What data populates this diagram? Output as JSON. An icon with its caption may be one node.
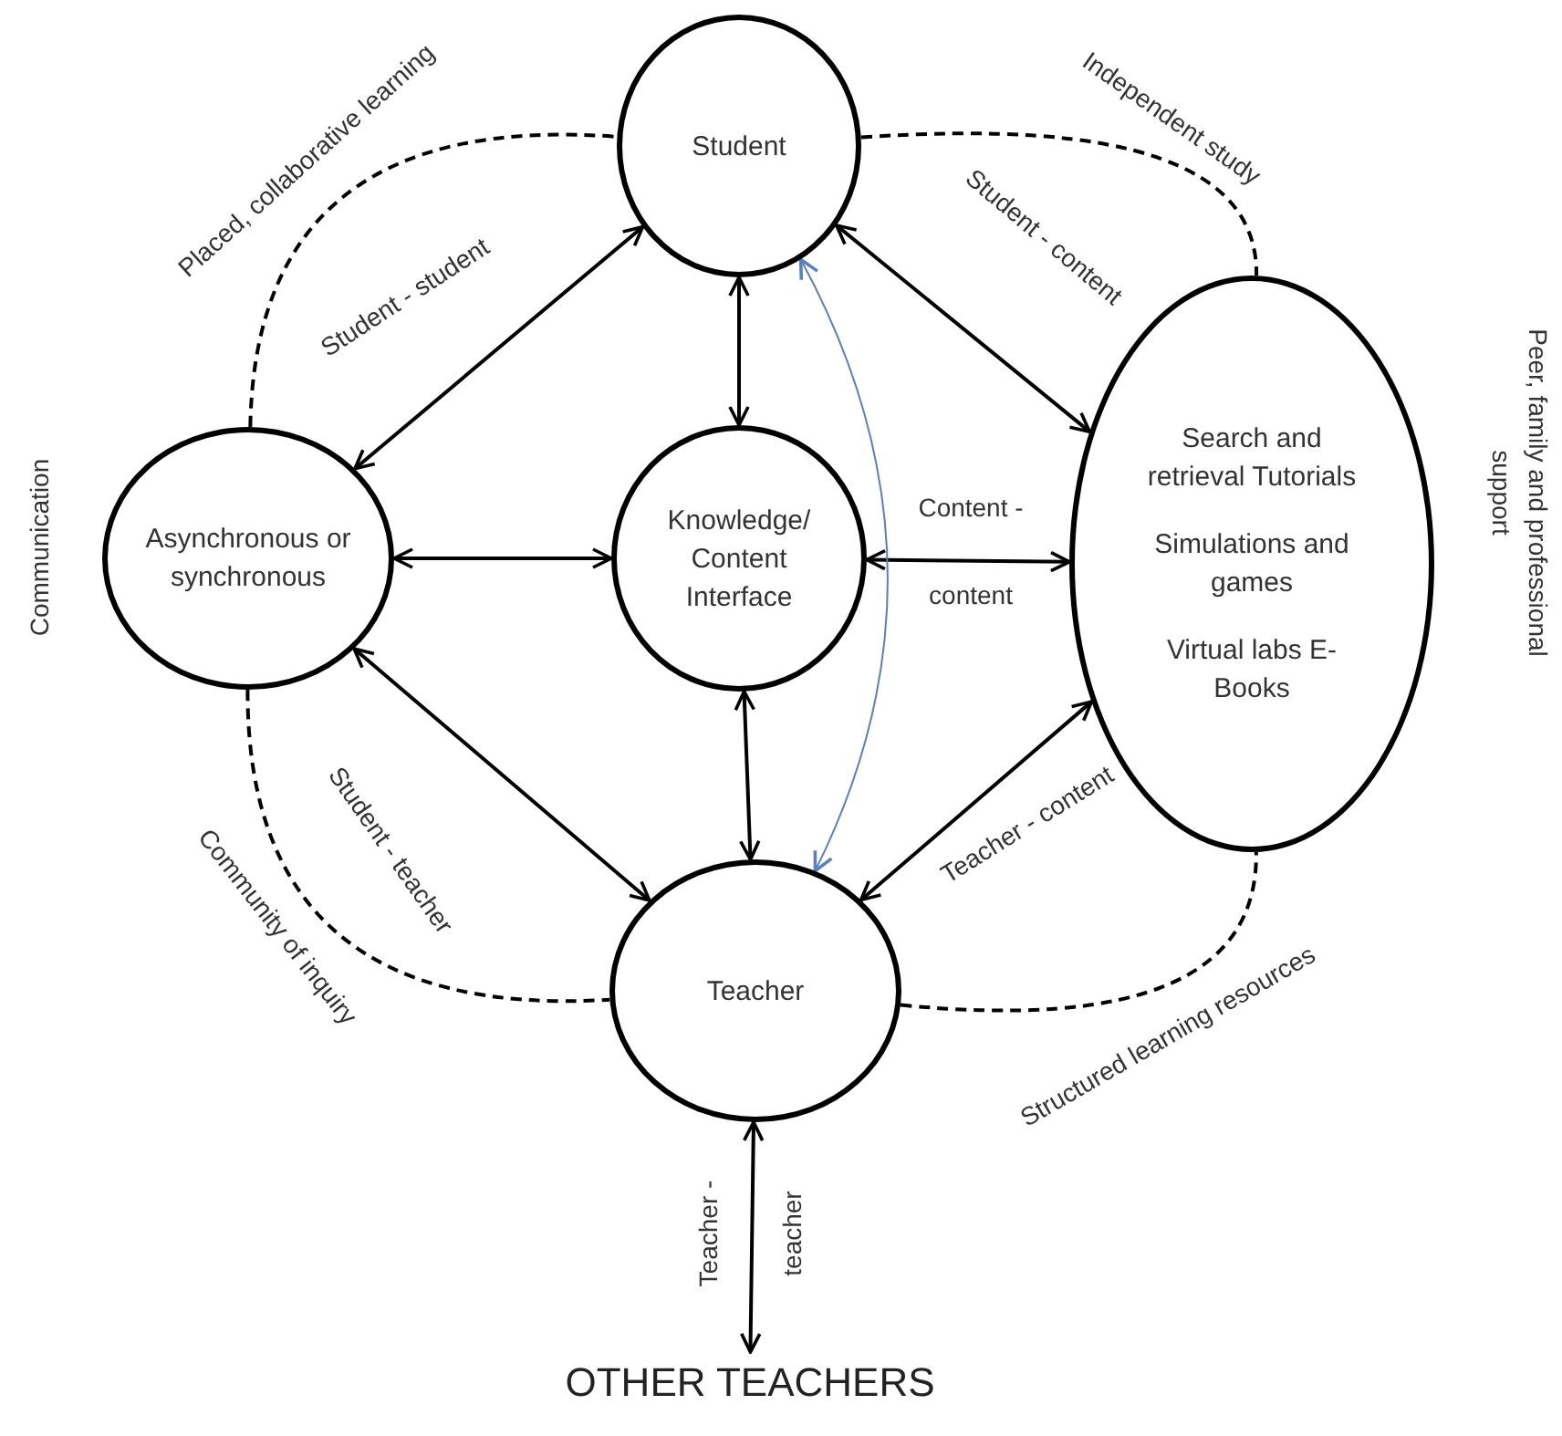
{
  "diagram": {
    "nodes": [
      {
        "text": [
          "Student"
        ]
      },
      {
        "text": [
          "Asynchronous or synchronous"
        ]
      },
      {
        "text": [
          "Knowledge/ Content Interface"
        ]
      },
      {
        "text": [
          "Search and retrieval Tutorials",
          "Simulations and games",
          "Virtual labs E-Books"
        ]
      },
      {
        "text": [
          "Teacher"
        ]
      },
      {
        "text": [
          "OTHER TEACHERS"
        ]
      }
    ],
    "edges": [
      {
        "from": 0,
        "to": 1,
        "arrow": "both",
        "label": "Student - student"
      },
      {
        "from": 0,
        "to": 2,
        "arrow": "both"
      },
      {
        "from": 0,
        "to": 3,
        "arrow": "both",
        "label": "Student - content"
      },
      {
        "from": 1,
        "to": 2,
        "arrow": "both"
      },
      {
        "from": 2,
        "to": 3,
        "arrow": "both",
        "label": "Content - content"
      },
      {
        "from": 1,
        "to": 4,
        "arrow": "both",
        "label": "Student - teacher"
      },
      {
        "from": 2,
        "to": 4,
        "arrow": "both"
      },
      {
        "from": 4,
        "to": 3,
        "arrow": "both",
        "label": "Teacher - content"
      },
      {
        "from": 4,
        "to": 5,
        "arrow": "both",
        "label": "Teacher - teacher"
      },
      {
        "from": 4,
        "to": 0,
        "arrow": "both",
        "color": "#5b7fbf"
      },
      {
        "from": 1,
        "to": 0,
        "arrow": "none",
        "style": "dashed",
        "label": "Placed, collaborative learning"
      },
      {
        "from": 0,
        "to": 3,
        "arrow": "none",
        "style": "dashed",
        "label": "Independent study"
      },
      {
        "from": 1,
        "to": 4,
        "arrow": "none",
        "style": "dashed",
        "label": "Community of inquiry"
      },
      {
        "from": 4,
        "to": 3,
        "arrow": "none",
        "style": "dashed",
        "label": "Structured learning resources"
      }
    ],
    "labels": [
      "Communication",
      "Peer, family and professional support"
    ]
  }
}
